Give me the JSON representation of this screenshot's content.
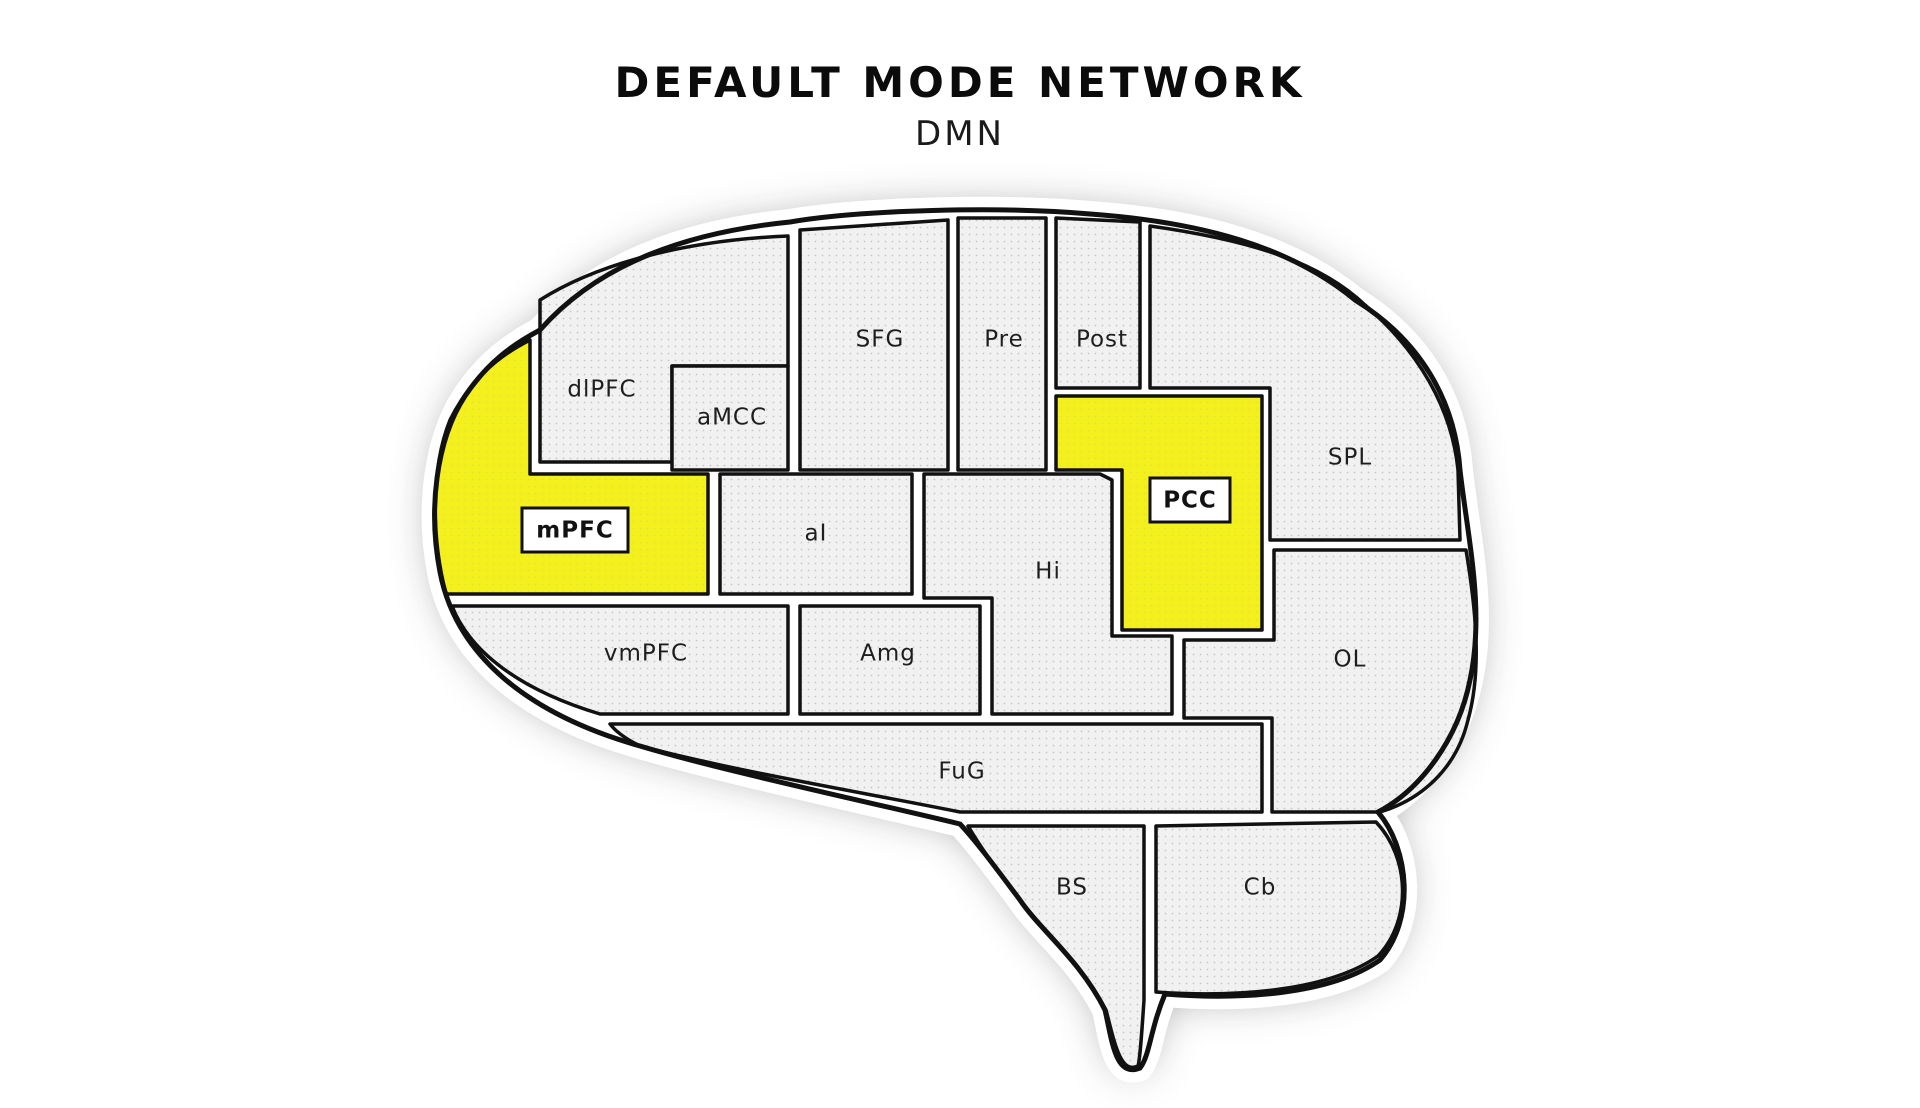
{
  "diagram": {
    "title": "DEFAULT MODE NETWORK",
    "subtitle": "DMN",
    "highlight_color": "#f4f01e",
    "region_fill": "#f1f1f1",
    "outline_color": "#111111",
    "regions": [
      {
        "id": "dlpfc",
        "label": "dlPFC",
        "highlighted": false
      },
      {
        "id": "amcc",
        "label": "aMCC",
        "highlighted": false
      },
      {
        "id": "sfg",
        "label": "SFG",
        "highlighted": false
      },
      {
        "id": "pre",
        "label": "Pre",
        "highlighted": false
      },
      {
        "id": "post",
        "label": "Post",
        "highlighted": false
      },
      {
        "id": "spl",
        "label": "SPL",
        "highlighted": false
      },
      {
        "id": "mpfc",
        "label": "mPFC",
        "highlighted": true
      },
      {
        "id": "ai",
        "label": "aI",
        "highlighted": false
      },
      {
        "id": "hi",
        "label": "Hi",
        "highlighted": false
      },
      {
        "id": "pcc",
        "label": "PCC",
        "highlighted": true
      },
      {
        "id": "vmpfc",
        "label": "vmPFC",
        "highlighted": false
      },
      {
        "id": "amg",
        "label": "Amg",
        "highlighted": false
      },
      {
        "id": "ol",
        "label": "OL",
        "highlighted": false
      },
      {
        "id": "fug",
        "label": "FuG",
        "highlighted": false
      },
      {
        "id": "bs",
        "label": "BS",
        "highlighted": false
      },
      {
        "id": "cb",
        "label": "Cb",
        "highlighted": false
      }
    ]
  }
}
